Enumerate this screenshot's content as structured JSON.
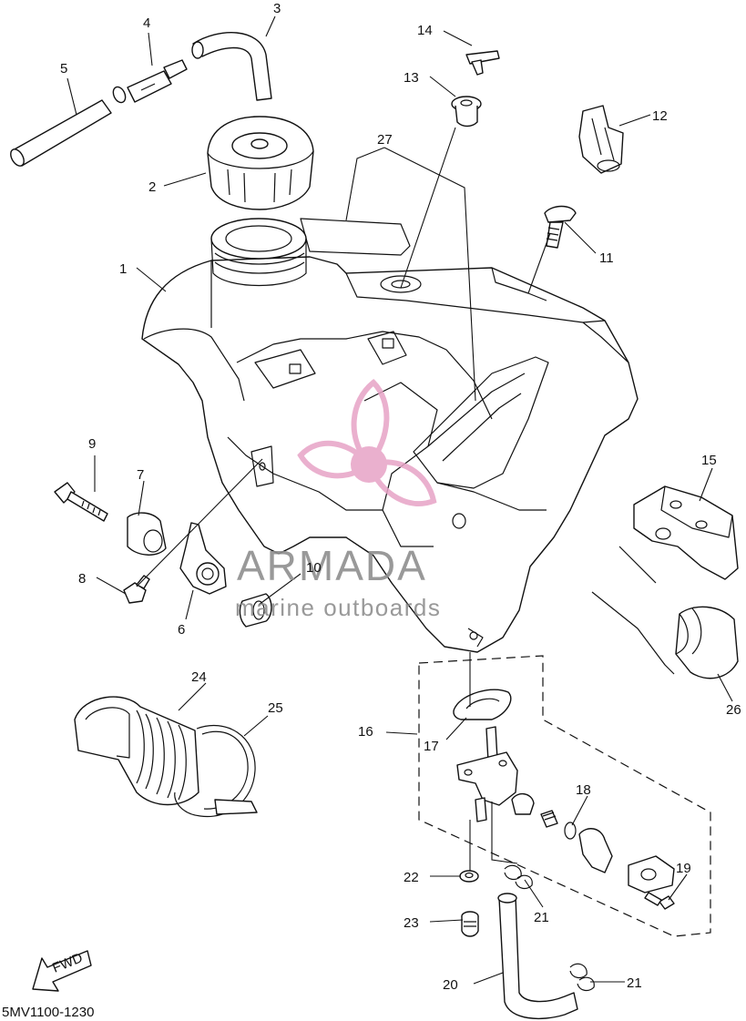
{
  "diagram_code": "5MV1100-1230",
  "fwd_label": "FWD",
  "watermark": {
    "brand": "ARMADA",
    "tagline": "marine outboards",
    "color": "#e7a3c6",
    "text_color": "#8f8f8f"
  },
  "callouts": [
    "1",
    "2",
    "3",
    "4",
    "5",
    "6",
    "7",
    "8",
    "9",
    "10",
    "11",
    "12",
    "13",
    "14",
    "15",
    "16",
    "17",
    "18",
    "19",
    "20",
    "21",
    "21",
    "22",
    "23",
    "24",
    "25",
    "26",
    "27"
  ]
}
